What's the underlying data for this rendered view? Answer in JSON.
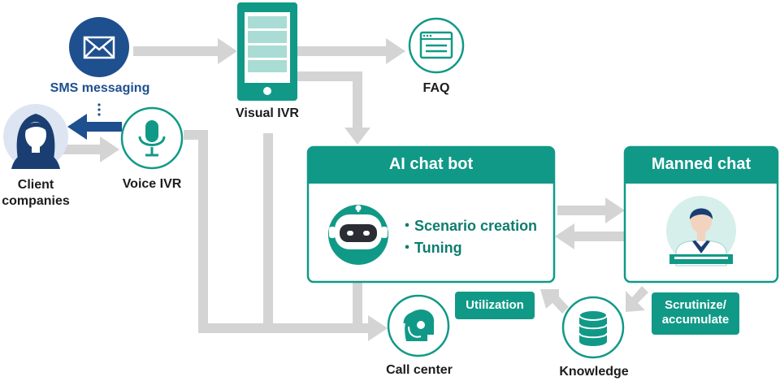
{
  "nodes": {
    "sms": "SMS messaging",
    "visual_ivr": "Visual IVR",
    "faq": "FAQ",
    "client": "Client\ncompanies",
    "voice_ivr": "Voice IVR",
    "ai_chat_bot": "AI chat bot",
    "manned_chat": "Manned chat",
    "call_center": "Call center",
    "knowledge": "Knowledge"
  },
  "ai_features": [
    "・Scenario creation",
    "・Tuning"
  ],
  "tags": {
    "utilization": "Utilization",
    "scrutinize": "Scrutinize/\naccumulate"
  },
  "colors": {
    "teal": "#119987",
    "teal_dark": "#0e7d6f",
    "navy": "#1e4f8f",
    "arrow_gray": "#d4d4d4"
  }
}
